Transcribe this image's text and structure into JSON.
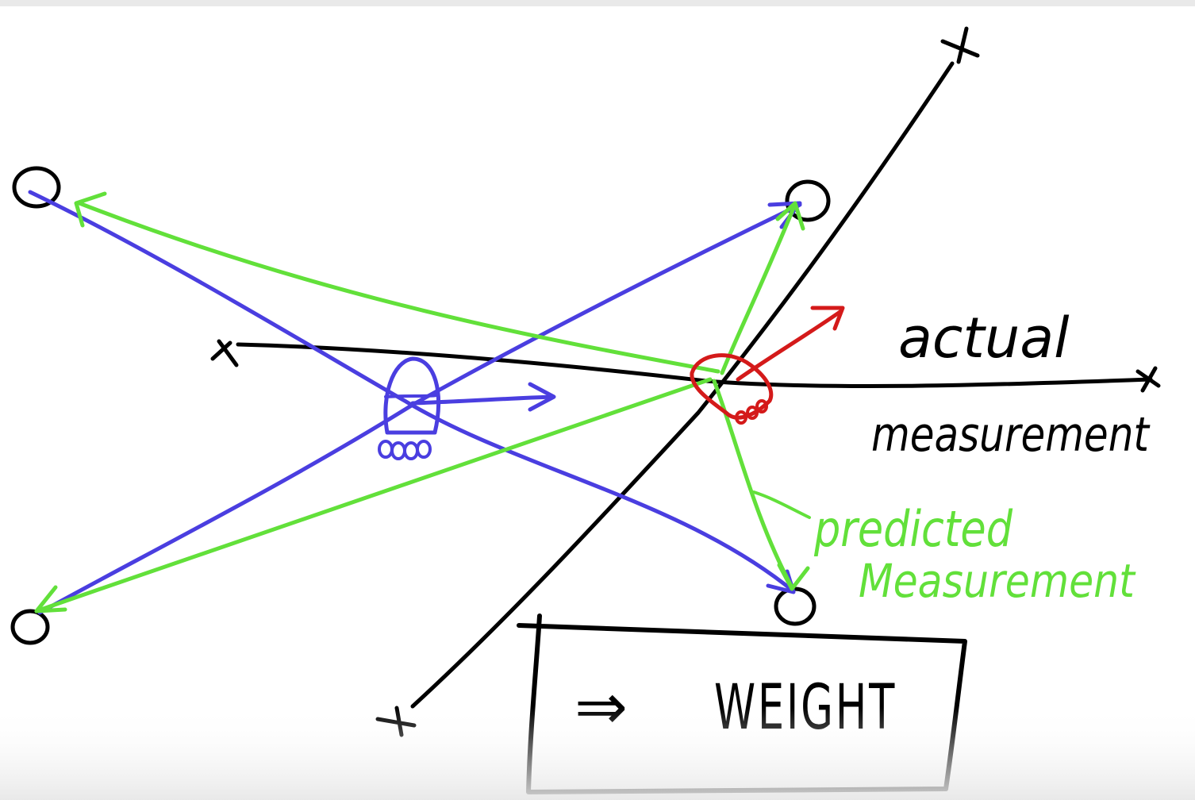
{
  "labels": {
    "actual_line1": "actual",
    "actual_line2": "measurement",
    "predicted_line1": "predicted",
    "predicted_line2": "Measurement",
    "box_arrow": "⇒",
    "box_word": "WEIGHT"
  },
  "colors": {
    "black": "#000000",
    "blue": "#4a3ee0",
    "green": "#62e03a",
    "red": "#d41a1a",
    "background": "#ffffff"
  }
}
